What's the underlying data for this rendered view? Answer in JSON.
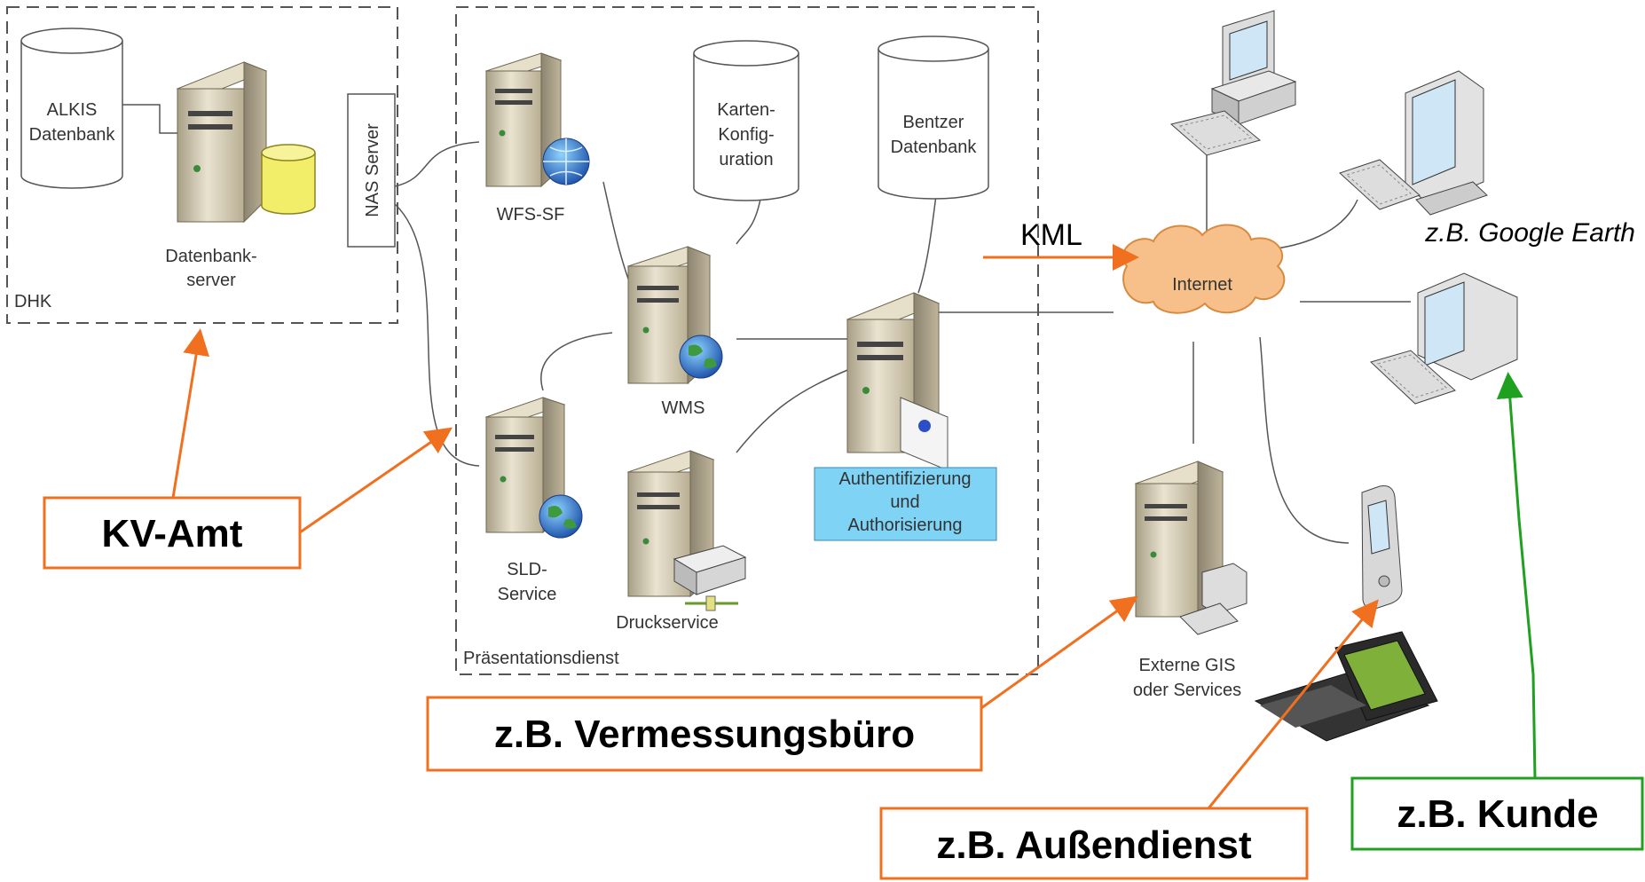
{
  "zones": {
    "dhk": "DHK",
    "praesentation": "Präsentationsdienst"
  },
  "databases": {
    "alkis": [
      "ALKIS",
      "Datenbank"
    ],
    "karten": [
      "Karten-",
      "Konfig-",
      "uration"
    ],
    "benutzer": [
      "Bentzer",
      "Datenbank"
    ]
  },
  "servers": {
    "datenbank": [
      "Datenbank-",
      "server"
    ],
    "nas": "NAS Server",
    "wfs": "WFS-SF",
    "wms": "WMS",
    "sld": [
      "SLD-",
      "Service"
    ],
    "druck": "Druckservice",
    "auth": [
      "Authentifizierung",
      "und",
      "Authorisierung"
    ],
    "extern": [
      "Externe GIS",
      "oder Services"
    ]
  },
  "network": {
    "internet": "Internet",
    "kml": "KML",
    "google": "z.B. Google Earth"
  },
  "callouts": {
    "kv_amt": "KV-Amt",
    "vermessung": "z.B. Vermessungsbüro",
    "aussendienst": "z.B. Außendienst",
    "kunde": "z.B. Kunde"
  },
  "colors": {
    "orange": "#f07020",
    "green": "#20a020",
    "cloud": "#f7c08a",
    "auth_box": "#7fd3f5",
    "db_yellow": "#f2ee6a",
    "server_beige": "#d9d0b6"
  }
}
